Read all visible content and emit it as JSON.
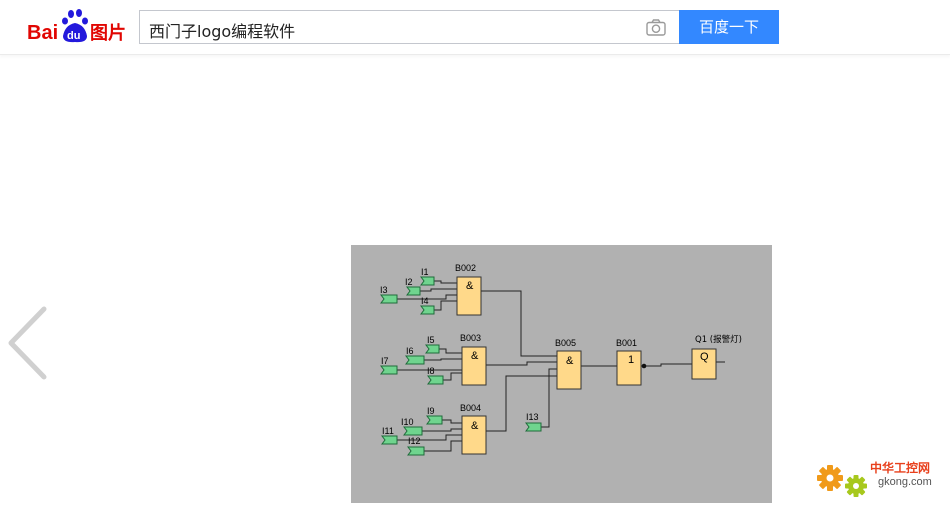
{
  "header": {
    "logo": {
      "part1": "Bai",
      "part2": "du",
      "part3": "图片"
    },
    "search": {
      "value": "西门子logo编程软件"
    },
    "search_button_label": "百度一下",
    "camera_icon": "camera-icon"
  },
  "nav": {
    "prev_icon": "chevron-left-icon"
  },
  "diagram": {
    "blocks": [
      {
        "id": "B002",
        "symbol": "&"
      },
      {
        "id": "B003",
        "symbol": "&"
      },
      {
        "id": "B004",
        "symbol": "&"
      },
      {
        "id": "B005",
        "symbol": "&"
      },
      {
        "id": "B001",
        "symbol": "1"
      },
      {
        "id": "Q1 (报警灯)",
        "symbol": "Q"
      }
    ],
    "inputs": [
      "I1",
      "I2",
      "I3",
      "I4",
      "I5",
      "I6",
      "I7",
      "I8",
      "I9",
      "I10",
      "I11",
      "I12",
      "I13"
    ]
  },
  "watermark": {
    "cn": "中华工控网",
    "url": "gkong.com"
  },
  "colors": {
    "accent": "#3388ff",
    "block_fill": "#ffd98a",
    "input_fill": "#6fd48e",
    "diagram_bg": "#b1b1b1"
  }
}
